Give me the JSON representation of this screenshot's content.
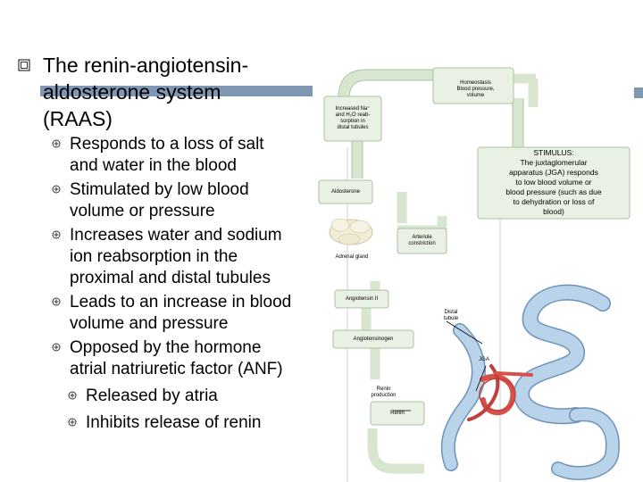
{
  "title": {
    "lines": [
      "The renin-angiotensin-",
      "aldosterone system",
      "(RAAS)"
    ]
  },
  "bullets": [
    {
      "lines": [
        "Responds to a loss of salt",
        "and water in the blood"
      ]
    },
    {
      "lines": [
        "Stimulated by low blood",
        "volume or pressure"
      ]
    },
    {
      "lines": [
        "Increases water and sodium",
        "ion reabsorption in the",
        "proximal and distal tubules"
      ]
    },
    {
      "lines": [
        "Leads to an increase in blood",
        "volume and pressure"
      ]
    },
    {
      "lines": [
        "Opposed by the hormone",
        "atrial natriuretic factor (ANF)"
      ],
      "sub": [
        "Released by atria",
        "Inhibits release of renin"
      ]
    }
  ],
  "diagram": {
    "homeostasis": [
      "Homeostasis",
      "Blood pressure,",
      "volume"
    ],
    "reabsorption": [
      "Increased Na⁺",
      "and H₂O reab-",
      "sorption in",
      "distal tubules"
    ],
    "stimulus": [
      "STIMULUS:",
      "The juxtaglomerular",
      "apparatus (JGA) responds",
      "to low blood volume or",
      "blood pressure (such as due",
      "to dehydration or loss of",
      "blood)"
    ],
    "aldosterone": "Aldosterone",
    "arteriole": [
      "Arteriole",
      "constriction"
    ],
    "adrenal_gland": "Adrenal gland",
    "angiotensin2": "Angiotensin II",
    "distal_tubule": [
      "Distal",
      "tubule"
    ],
    "angiotensinogen": "Angiotensinogen",
    "jga": "JGA",
    "renin_production": [
      "Renin",
      "production"
    ],
    "renin": "Renin"
  },
  "colors": {
    "title_bar": "#7f97b3",
    "flow_arrow": "#d8e6d0",
    "flow_arrow_border": "#a9c2a0",
    "tubule": "#b9d3ea",
    "tubule_border": "#6f93b8",
    "vessel": "#d8504a",
    "box_fill": "#e8f1e3"
  }
}
